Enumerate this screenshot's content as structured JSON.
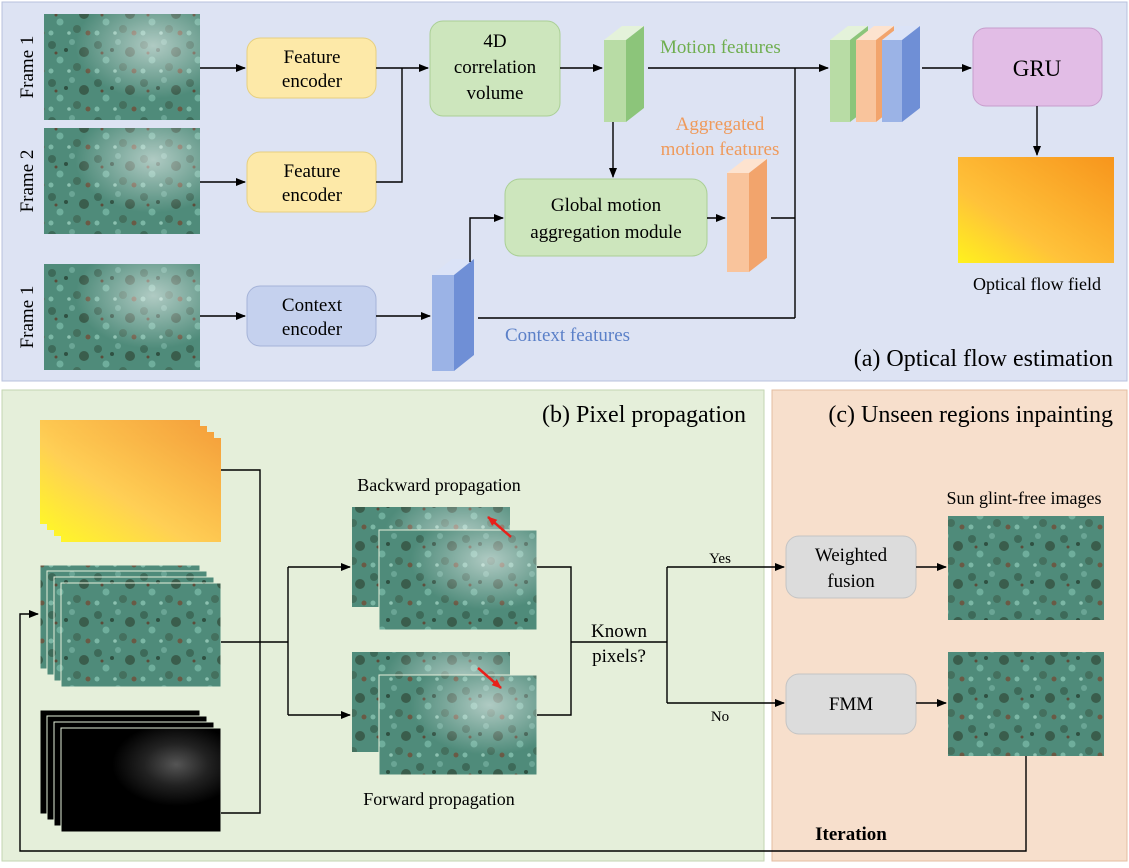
{
  "panels": {
    "a_title": "(a) Optical flow estimation",
    "b_title": "(b) Pixel propagation",
    "c_title": "(c) Unseen regions inpainting"
  },
  "frames": {
    "f1_top": "Frame 1",
    "f2": "Frame 2",
    "f1_bottom": "Frame 1"
  },
  "blocks": {
    "feature_encoder_1": [
      "Feature",
      "encoder"
    ],
    "feature_encoder_2": [
      "Feature",
      "encoder"
    ],
    "context_encoder": [
      "Context",
      "encoder"
    ],
    "correlation_volume": [
      "4D",
      "correlation",
      "volume"
    ],
    "global_motion": [
      "Global motion",
      "aggregation module"
    ],
    "gru": "GRU",
    "weighted_fusion": [
      "Weighted",
      "fusion"
    ],
    "fmm": "FMM"
  },
  "labels": {
    "motion_features": "Motion features",
    "aggregated_features": [
      "Aggregated",
      "motion features"
    ],
    "context_features": "Context features",
    "optical_flow_field": "Optical flow field",
    "backward": "Backward propagation",
    "forward": "Forward propagation",
    "known_pixels": [
      "Known",
      "pixels?"
    ],
    "yes": "Yes",
    "no": "No",
    "sun_glint_free": "Sun glint-free images",
    "iteration": "Iteration"
  },
  "colors": {
    "panel_a": "#dde3f3",
    "panel_b": "#e5efda",
    "panel_c": "#f7dfcc",
    "feature_encoder": "#fde9a8",
    "context_encoder": "#c5d1ee",
    "green_block": "#cde6bd",
    "gru": "#e2bde6",
    "grey_block": "#dcdcdc",
    "green_text": "#6fae4f",
    "orange_text": "#ef9a5b",
    "blue_text": "#5b80c8"
  }
}
